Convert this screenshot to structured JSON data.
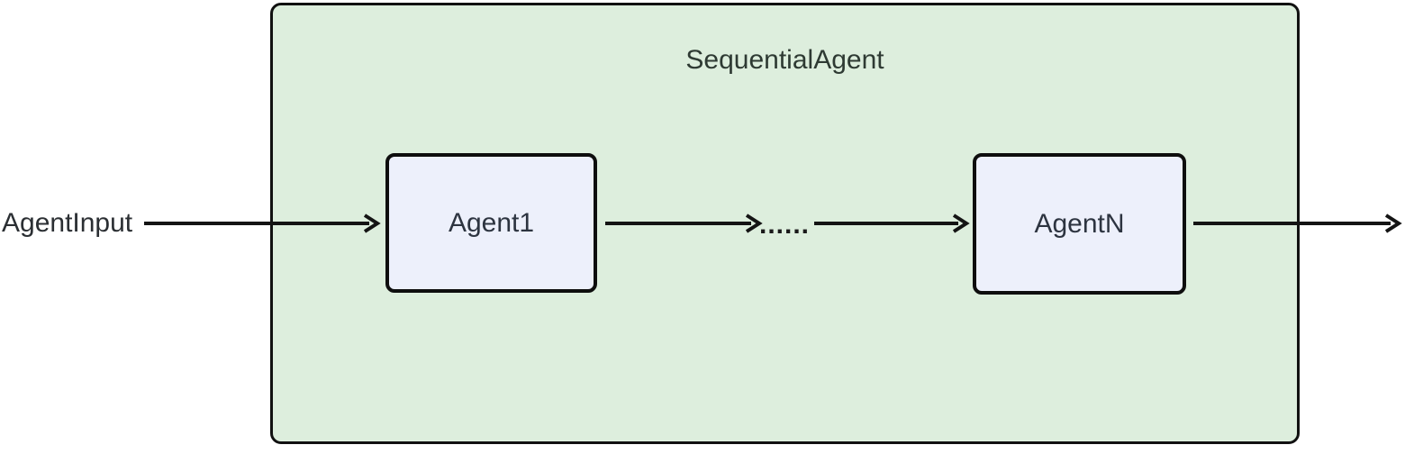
{
  "diagram": {
    "type": "flowchart-left-to-right",
    "container": {
      "label": "SequentialAgent",
      "fill_color": "#ddeedd",
      "stroke_color": "#111111"
    },
    "input_label": "AgentInput",
    "ellipsis_label": "......",
    "nodes": [
      {
        "id": "agent1",
        "label": "Agent1",
        "fill_color": "#edf0fb",
        "stroke_color": "#0e0e0e"
      },
      {
        "id": "agentN",
        "label": "AgentN",
        "fill_color": "#edf0fb",
        "stroke_color": "#0e0e0e"
      }
    ],
    "edges": [
      {
        "from": "AgentInput",
        "to": "Agent1"
      },
      {
        "from": "Agent1",
        "to": "ellipsis"
      },
      {
        "from": "ellipsis",
        "to": "AgentN"
      },
      {
        "from": "AgentN",
        "to": "external-right"
      }
    ],
    "edge_color": "#141414",
    "background_color": "#ffffff"
  }
}
